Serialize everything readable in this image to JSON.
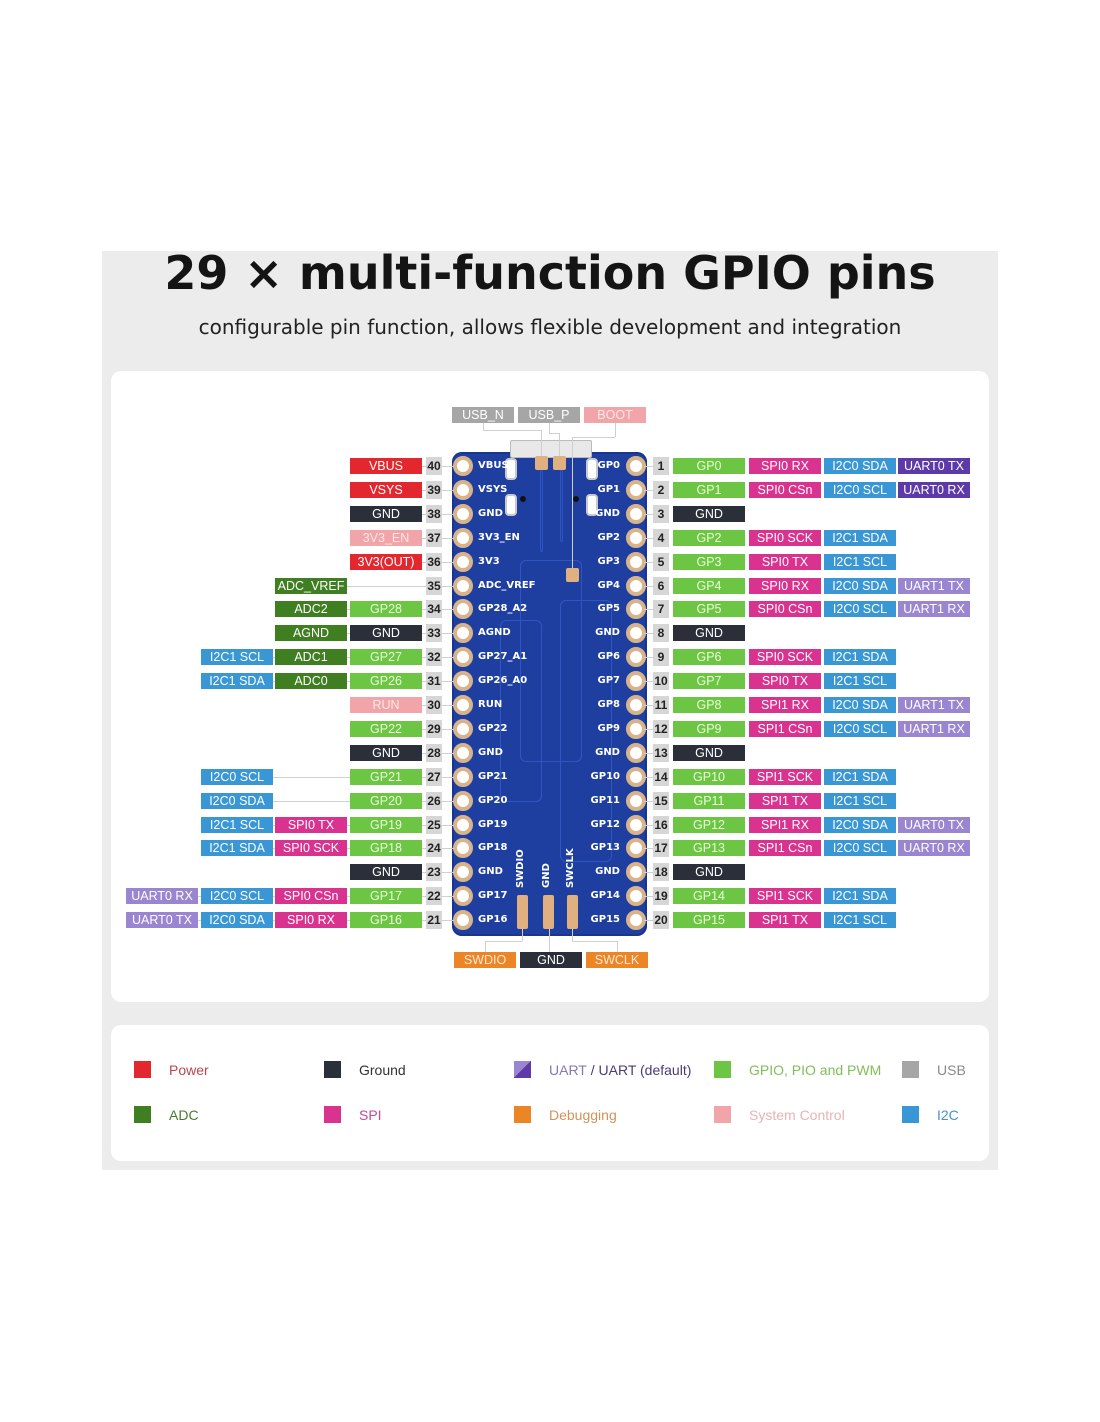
{
  "header": {
    "title": "29 × multi-function GPIO pins",
    "subtitle": "configurable pin function, allows flexible development and integration"
  },
  "colors": {
    "power": "#e2282e",
    "ground": "#2b2f3a",
    "uart": "#9a85d1",
    "uart_default": "#5d3aa8",
    "gpio": "#6cc644",
    "usb": "#a6a6a6",
    "adc": "#3f7f22",
    "spi": "#d9338f",
    "debug": "#ec8526",
    "system": "#f2a5a8",
    "i2c": "#3a97d6",
    "board": "#1f3fa0"
  },
  "top_labels": [
    {
      "text": "USB_N",
      "type": "usb"
    },
    {
      "text": "USB_P",
      "type": "usb"
    },
    {
      "text": "BOOT",
      "type": "system"
    }
  ],
  "bottom_labels": [
    {
      "text": "SWDIO",
      "type": "debug"
    },
    {
      "text": "GND",
      "type": "ground"
    },
    {
      "text": "SWCLK",
      "type": "debug"
    }
  ],
  "left_pins": [
    {
      "num": "40",
      "board": "VBUS",
      "labels": [
        {
          "text": "VBUS",
          "type": "power"
        }
      ]
    },
    {
      "num": "39",
      "board": "VSYS",
      "labels": [
        {
          "text": "VSYS",
          "type": "power"
        }
      ]
    },
    {
      "num": "38",
      "board": "GND",
      "labels": [
        {
          "text": "GND",
          "type": "ground"
        }
      ]
    },
    {
      "num": "37",
      "board": "3V3_EN",
      "labels": [
        {
          "text": "3V3_EN",
          "type": "system"
        }
      ]
    },
    {
      "num": "36",
      "board": "3V3",
      "labels": [
        {
          "text": "3V3(OUT)",
          "type": "power"
        }
      ]
    },
    {
      "num": "35",
      "board": "ADC_VREF",
      "labels": [
        null,
        {
          "text": "ADC_VREF",
          "type": "adc"
        }
      ]
    },
    {
      "num": "34",
      "board": "GP28_A2",
      "labels": [
        {
          "text": "GP28",
          "type": "gpio"
        },
        {
          "text": "ADC2",
          "type": "adc"
        }
      ]
    },
    {
      "num": "33",
      "board": "AGND",
      "labels": [
        {
          "text": "GND",
          "type": "ground"
        },
        {
          "text": "AGND",
          "type": "adc"
        }
      ]
    },
    {
      "num": "32",
      "board": "GP27_A1",
      "labels": [
        {
          "text": "GP27",
          "type": "gpio"
        },
        {
          "text": "ADC1",
          "type": "adc"
        },
        {
          "text": "I2C1 SCL",
          "type": "i2c"
        }
      ]
    },
    {
      "num": "31",
      "board": "GP26_A0",
      "labels": [
        {
          "text": "GP26",
          "type": "gpio"
        },
        {
          "text": "ADC0",
          "type": "adc"
        },
        {
          "text": "I2C1 SDA",
          "type": "i2c"
        }
      ]
    },
    {
      "num": "30",
      "board": "RUN",
      "labels": [
        {
          "text": "RUN",
          "type": "system"
        }
      ]
    },
    {
      "num": "29",
      "board": "GP22",
      "labels": [
        {
          "text": "GP22",
          "type": "gpio"
        }
      ]
    },
    {
      "num": "28",
      "board": "GND",
      "labels": [
        {
          "text": "GND",
          "type": "ground"
        }
      ]
    },
    {
      "num": "27",
      "board": "GP21",
      "labels": [
        {
          "text": "GP21",
          "type": "gpio"
        },
        null,
        {
          "text": "I2C0 SCL",
          "type": "i2c"
        }
      ]
    },
    {
      "num": "26",
      "board": "GP20",
      "labels": [
        {
          "text": "GP20",
          "type": "gpio"
        },
        null,
        {
          "text": "I2C0 SDA",
          "type": "i2c"
        }
      ]
    },
    {
      "num": "25",
      "board": "GP19",
      "labels": [
        {
          "text": "GP19",
          "type": "gpio"
        },
        {
          "text": "SPI0 TX",
          "type": "spi"
        },
        {
          "text": "I2C1 SCL",
          "type": "i2c"
        }
      ]
    },
    {
      "num": "24",
      "board": "GP18",
      "labels": [
        {
          "text": "GP18",
          "type": "gpio"
        },
        {
          "text": "SPI0 SCK",
          "type": "spi"
        },
        {
          "text": "I2C1 SDA",
          "type": "i2c"
        }
      ]
    },
    {
      "num": "23",
      "board": "GND",
      "labels": [
        {
          "text": "GND",
          "type": "ground"
        }
      ]
    },
    {
      "num": "22",
      "board": "GP17",
      "labels": [
        {
          "text": "GP17",
          "type": "gpio"
        },
        {
          "text": "SPI0 CSn",
          "type": "spi"
        },
        {
          "text": "I2C0 SCL",
          "type": "i2c"
        },
        {
          "text": "UART0 RX",
          "type": "uart"
        }
      ]
    },
    {
      "num": "21",
      "board": "GP16",
      "labels": [
        {
          "text": "GP16",
          "type": "gpio"
        },
        {
          "text": "SPI0 RX",
          "type": "spi"
        },
        {
          "text": "I2C0 SDA",
          "type": "i2c"
        },
        {
          "text": "UART0 TX",
          "type": "uart"
        }
      ]
    }
  ],
  "right_pins": [
    {
      "num": "1",
      "board": "GP0",
      "labels": [
        {
          "text": "GP0",
          "type": "gpio"
        },
        {
          "text": "SPI0 RX",
          "type": "spi"
        },
        {
          "text": "I2C0 SDA",
          "type": "i2c"
        },
        {
          "text": "UART0 TX",
          "type": "uart_default"
        }
      ]
    },
    {
      "num": "2",
      "board": "GP1",
      "labels": [
        {
          "text": "GP1",
          "type": "gpio"
        },
        {
          "text": "SPI0 CSn",
          "type": "spi"
        },
        {
          "text": "I2C0 SCL",
          "type": "i2c"
        },
        {
          "text": "UART0 RX",
          "type": "uart_default"
        }
      ]
    },
    {
      "num": "3",
      "board": "GND",
      "labels": [
        {
          "text": "GND",
          "type": "ground"
        }
      ]
    },
    {
      "num": "4",
      "board": "GP2",
      "labels": [
        {
          "text": "GP2",
          "type": "gpio"
        },
        {
          "text": "SPI0 SCK",
          "type": "spi"
        },
        {
          "text": "I2C1 SDA",
          "type": "i2c"
        }
      ]
    },
    {
      "num": "5",
      "board": "GP3",
      "labels": [
        {
          "text": "GP3",
          "type": "gpio"
        },
        {
          "text": "SPI0 TX",
          "type": "spi"
        },
        {
          "text": "I2C1 SCL",
          "type": "i2c"
        }
      ]
    },
    {
      "num": "6",
      "board": "GP4",
      "labels": [
        {
          "text": "GP4",
          "type": "gpio"
        },
        {
          "text": "SPI0 RX",
          "type": "spi"
        },
        {
          "text": "I2C0 SDA",
          "type": "i2c"
        },
        {
          "text": "UART1 TX",
          "type": "uart"
        }
      ]
    },
    {
      "num": "7",
      "board": "GP5",
      "labels": [
        {
          "text": "GP5",
          "type": "gpio"
        },
        {
          "text": "SPI0 CSn",
          "type": "spi"
        },
        {
          "text": "I2C0 SCL",
          "type": "i2c"
        },
        {
          "text": "UART1 RX",
          "type": "uart"
        }
      ]
    },
    {
      "num": "8",
      "board": "GND",
      "labels": [
        {
          "text": "GND",
          "type": "ground"
        }
      ]
    },
    {
      "num": "9",
      "board": "GP6",
      "labels": [
        {
          "text": "GP6",
          "type": "gpio"
        },
        {
          "text": "SPI0 SCK",
          "type": "spi"
        },
        {
          "text": "I2C1 SDA",
          "type": "i2c"
        }
      ]
    },
    {
      "num": "10",
      "board": "GP7",
      "labels": [
        {
          "text": "GP7",
          "type": "gpio"
        },
        {
          "text": "SPI0 TX",
          "type": "spi"
        },
        {
          "text": "I2C1 SCL",
          "type": "i2c"
        }
      ]
    },
    {
      "num": "11",
      "board": "GP8",
      "labels": [
        {
          "text": "GP8",
          "type": "gpio"
        },
        {
          "text": "SPI1 RX",
          "type": "spi"
        },
        {
          "text": "I2C0 SDA",
          "type": "i2c"
        },
        {
          "text": "UART1 TX",
          "type": "uart"
        }
      ]
    },
    {
      "num": "12",
      "board": "GP9",
      "labels": [
        {
          "text": "GP9",
          "type": "gpio"
        },
        {
          "text": "SPI1 CSn",
          "type": "spi"
        },
        {
          "text": "I2C0 SCL",
          "type": "i2c"
        },
        {
          "text": "UART1 RX",
          "type": "uart"
        }
      ]
    },
    {
      "num": "13",
      "board": "GND",
      "labels": [
        {
          "text": "GND",
          "type": "ground"
        }
      ]
    },
    {
      "num": "14",
      "board": "GP10",
      "labels": [
        {
          "text": "GP10",
          "type": "gpio"
        },
        {
          "text": "SPI1 SCK",
          "type": "spi"
        },
        {
          "text": "I2C1 SDA",
          "type": "i2c"
        }
      ]
    },
    {
      "num": "15",
      "board": "GP11",
      "labels": [
        {
          "text": "GP11",
          "type": "gpio"
        },
        {
          "text": "SPI1 TX",
          "type": "spi"
        },
        {
          "text": "I2C1 SCL",
          "type": "i2c"
        }
      ]
    },
    {
      "num": "16",
      "board": "GP12",
      "labels": [
        {
          "text": "GP12",
          "type": "gpio"
        },
        {
          "text": "SPI1 RX",
          "type": "spi"
        },
        {
          "text": "I2C0 SDA",
          "type": "i2c"
        },
        {
          "text": "UART0 TX",
          "type": "uart"
        }
      ]
    },
    {
      "num": "17",
      "board": "GP13",
      "labels": [
        {
          "text": "GP13",
          "type": "gpio"
        },
        {
          "text": "SPI1 CSn",
          "type": "spi"
        },
        {
          "text": "I2C0 SCL",
          "type": "i2c"
        },
        {
          "text": "UART0 RX",
          "type": "uart"
        }
      ]
    },
    {
      "num": "18",
      "board": "GND",
      "labels": [
        {
          "text": "GND",
          "type": "ground"
        }
      ]
    },
    {
      "num": "19",
      "board": "GP14",
      "labels": [
        {
          "text": "GP14",
          "type": "gpio"
        },
        {
          "text": "SPI1 SCK",
          "type": "spi"
        },
        {
          "text": "I2C1 SDA",
          "type": "i2c"
        }
      ]
    },
    {
      "num": "20",
      "board": "GP15",
      "labels": [
        {
          "text": "GP15",
          "type": "gpio"
        },
        {
          "text": "SPI1 TX",
          "type": "spi"
        },
        {
          "text": "I2C1 SCL",
          "type": "i2c"
        }
      ]
    }
  ],
  "board_debug_labels": [
    "SWDIO",
    "GND",
    "SWCLK"
  ],
  "legend": [
    {
      "label": "Power",
      "type": "power",
      "text_color": "#b9474b"
    },
    {
      "label": "Ground",
      "type": "ground",
      "text_color": "#333333"
    },
    {
      "label": "UART",
      "label2": " / UART (default)",
      "type": "uart_split",
      "text_color": "#8577b2",
      "text_color2": "#4a3a7a"
    },
    {
      "label": "GPIO, PIO and PWM",
      "type": "gpio",
      "text_color": "#7fbf55"
    },
    {
      "label": "USB",
      "type": "usb",
      "text_color": "#8a8a8a"
    },
    {
      "label": "ADC",
      "type": "adc",
      "text_color": "#4a7a30"
    },
    {
      "label": "SPI",
      "type": "spi",
      "text_color": "#c44a95"
    },
    {
      "label": "Debugging",
      "type": "debug",
      "text_color": "#d0935a"
    },
    {
      "label": "System Control",
      "type": "system",
      "text_color": "#e8b3b5"
    },
    {
      "label": "I2C",
      "type": "i2c",
      "text_color": "#4a8fcc"
    }
  ]
}
